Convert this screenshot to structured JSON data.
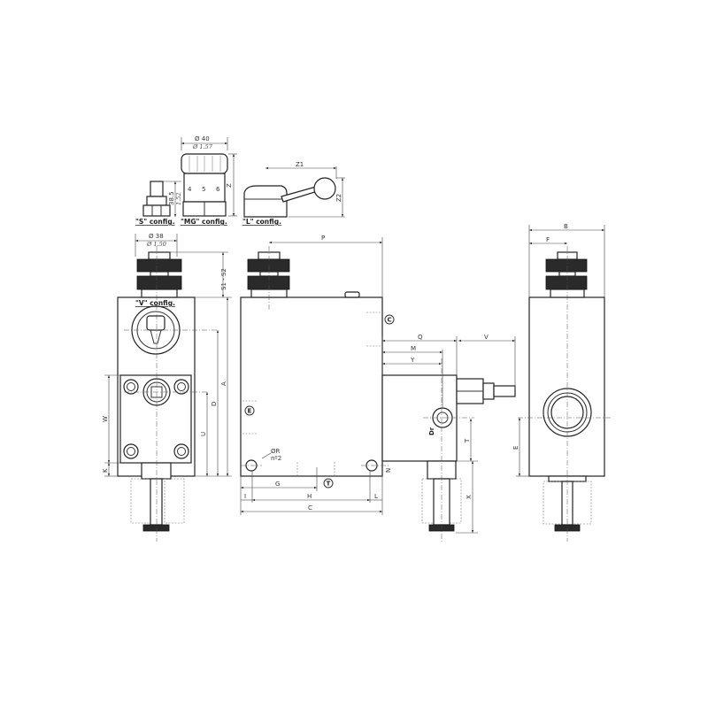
{
  "configs": {
    "s": "\"S\" config.",
    "mg": "\"MG\" config.",
    "l": "\"L\" config.",
    "v": "\"V\" config."
  },
  "mg": {
    "dia_mm": "Ø 40",
    "dia_in": "Ø 1.57",
    "height": "Z",
    "scale_marks": [
      "4",
      "5",
      "6"
    ]
  },
  "s": {
    "height_mm": "38.5",
    "height_in": "1.52"
  },
  "l": {
    "length": "Z1",
    "height": "Z2"
  },
  "left_view": {
    "dia_mm": "Ø 38",
    "dia_in": "Ø 1.50",
    "s1s2": "S1 - S2",
    "a": "A",
    "d": "D",
    "u": "U",
    "w": "W",
    "k": "K"
  },
  "front_view": {
    "p": "P",
    "port_c": "C",
    "port_e": "E",
    "port_t": "T",
    "hole_dia": "ØR",
    "hole_count": "nº2",
    "g": "G",
    "i": "I",
    "h": "H",
    "l": "L",
    "c": "C",
    "n": "N"
  },
  "side_block": {
    "q": "Q",
    "v": "V",
    "m": "M",
    "y": "Y",
    "port_dr": "Dr",
    "t": "T",
    "x": "X"
  },
  "right_view": {
    "b": "B",
    "f": "F",
    "e": "E"
  }
}
